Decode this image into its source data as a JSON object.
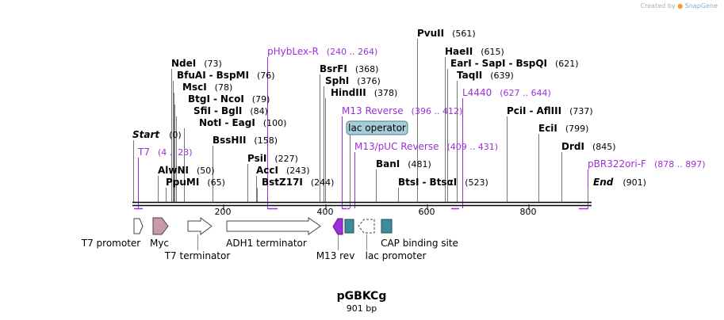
{
  "credit": {
    "prefix": "Created by",
    "brand": "SnapGene"
  },
  "map": {
    "name": "pGBKCg",
    "length_label": "901 bp",
    "colors": {
      "enzyme": "#000000",
      "primer": "#9b30d9",
      "backbone": "#000000"
    },
    "ticks": [
      "200",
      "400",
      "600",
      "800"
    ],
    "ends": [
      {
        "name": "Start",
        "pos": "(0)"
      },
      {
        "name": "End",
        "pos": "(901)"
      }
    ],
    "sites": [
      {
        "kind": "enzyme",
        "names": [
          "NdeI"
        ],
        "pos": "(73)"
      },
      {
        "kind": "enzyme",
        "names": [
          "BfuAI",
          "BspMI"
        ],
        "pos": "(76)"
      },
      {
        "kind": "enzyme",
        "names": [
          "MscI"
        ],
        "pos": "(78)"
      },
      {
        "kind": "enzyme",
        "names": [
          "BtgI",
          "NcoI"
        ],
        "pos": "(79)"
      },
      {
        "kind": "enzyme",
        "names": [
          "SfiI",
          "BglI"
        ],
        "pos": "(84)"
      },
      {
        "kind": "enzyme",
        "names": [
          "NotI",
          "EagI"
        ],
        "pos": "(100)"
      },
      {
        "kind": "enzyme",
        "names": [
          "BssHII"
        ],
        "pos": "(158)"
      },
      {
        "kind": "enzyme",
        "names": [
          "AlwNI"
        ],
        "pos": "(50)"
      },
      {
        "kind": "enzyme",
        "names": [
          "PpuMI"
        ],
        "pos": "(65)"
      },
      {
        "kind": "enzyme",
        "names": [
          "PsiI"
        ],
        "pos": "(227)"
      },
      {
        "kind": "enzyme",
        "names": [
          "AccI"
        ],
        "pos": "(243)"
      },
      {
        "kind": "enzyme",
        "names": [
          "BstZ17I"
        ],
        "pos": "(244)"
      },
      {
        "kind": "enzyme",
        "names": [
          "BsrFI"
        ],
        "pos": "(368)"
      },
      {
        "kind": "enzyme",
        "names": [
          "SphI"
        ],
        "pos": "(376)"
      },
      {
        "kind": "enzyme",
        "names": [
          "HindIII"
        ],
        "pos": "(378)"
      },
      {
        "kind": "enzyme",
        "names": [
          "BanI"
        ],
        "pos": "(481)"
      },
      {
        "kind": "enzyme",
        "names": [
          "BtsI",
          "BtsαI"
        ],
        "pos": "(523)"
      },
      {
        "kind": "enzyme",
        "names": [
          "PvuII"
        ],
        "pos": "(561)"
      },
      {
        "kind": "enzyme",
        "names": [
          "HaeII"
        ],
        "pos": "(615)"
      },
      {
        "kind": "enzyme",
        "names": [
          "EarI",
          "SapI",
          "BspQI"
        ],
        "pos": "(621)"
      },
      {
        "kind": "enzyme",
        "names": [
          "TaqII"
        ],
        "pos": "(639)"
      },
      {
        "kind": "enzyme",
        "names": [
          "PciI",
          "AflIII"
        ],
        "pos": "(737)"
      },
      {
        "kind": "enzyme",
        "names": [
          "EciI"
        ],
        "pos": "(799)"
      },
      {
        "kind": "enzyme",
        "names": [
          "DrdI"
        ],
        "pos": "(845)"
      },
      {
        "kind": "primer",
        "names": [
          "pHybLex-R"
        ],
        "pos": "(240 .. 264)"
      },
      {
        "kind": "primer",
        "names": [
          "T7"
        ],
        "pos": "(4 .. 23)"
      },
      {
        "kind": "primer",
        "names": [
          "M13 Reverse"
        ],
        "pos": "(396 .. 412)"
      },
      {
        "kind": "primer",
        "names": [
          "M13/pUC Reverse"
        ],
        "pos": "(409 .. 431)"
      },
      {
        "kind": "primer",
        "names": [
          "L4440"
        ],
        "pos": "(627 .. 644)"
      },
      {
        "kind": "primer",
        "names": [
          "pBR322ori-F"
        ],
        "pos": "(878 .. 897)"
      }
    ],
    "boxed_feature": {
      "label": "lac operator",
      "fill": "#a7cdd8"
    },
    "features": [
      {
        "name": "T7 promoter",
        "color": "#ffffff"
      },
      {
        "name": "Myc",
        "color": "#c99aa9"
      },
      {
        "name": "T7 terminator",
        "color": "#ffffff"
      },
      {
        "name": "ADH1 terminator",
        "color": "#ffffff"
      },
      {
        "name": "M13 rev",
        "color": "#9b30d9"
      },
      {
        "name": "lac operator",
        "color": "#3c8c9c"
      },
      {
        "name": "lac promoter",
        "color": "#ffffff"
      },
      {
        "name": "CAP binding site",
        "color": "#3c8c9c"
      }
    ]
  }
}
